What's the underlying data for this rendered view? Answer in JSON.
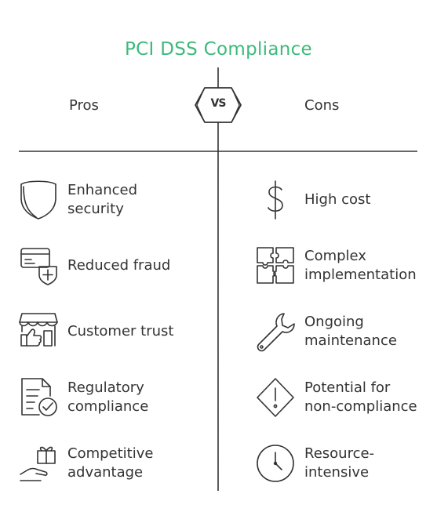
{
  "title": "PCI DSS Compliance",
  "vs_label": "VS",
  "pros": {
    "heading": "Pros",
    "items": [
      {
        "label": "Enhanced security",
        "icon": "shield-icon"
      },
      {
        "label": "Reduced fraud",
        "icon": "credit-card-shield-icon"
      },
      {
        "label": "Customer trust",
        "icon": "storefront-thumbs-up-icon"
      },
      {
        "label": "Regulatory compliance",
        "icon": "document-check-icon"
      },
      {
        "label": "Competitive advantage",
        "icon": "hand-gift-icon"
      }
    ]
  },
  "cons": {
    "heading": "Cons",
    "items": [
      {
        "label": "High cost",
        "icon": "dollar-sign-icon"
      },
      {
        "label": "Complex implementation",
        "icon": "puzzle-icon"
      },
      {
        "label": "Ongoing maintenance",
        "icon": "wrench-icon"
      },
      {
        "label": "Potential for non-compliance",
        "icon": "warning-diamond-icon"
      },
      {
        "label": "Resource-intensive",
        "icon": "clock-icon"
      }
    ]
  },
  "colors": {
    "title": "#3cba7a",
    "text": "#333333",
    "lines": "#333333"
  }
}
